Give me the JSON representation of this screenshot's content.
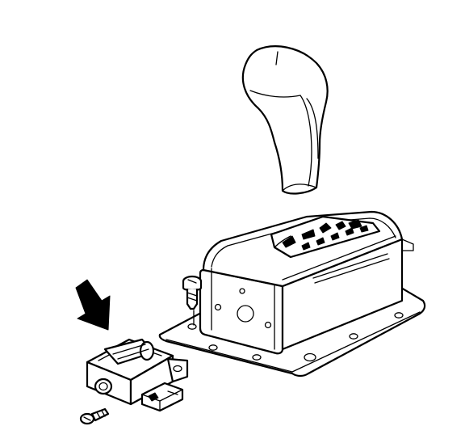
{
  "diagram": {
    "parts": [
      {
        "id": "selector-lever-knob",
        "icon": "shift-knob-icon"
      },
      {
        "id": "shifter-housing",
        "icon": "shifter-housing-icon"
      },
      {
        "id": "mounting-screw",
        "icon": "screw-icon"
      },
      {
        "id": "solenoid-unit",
        "icon": "solenoid-icon"
      },
      {
        "id": "solenoid-screw",
        "icon": "screw-icon"
      },
      {
        "id": "pointer-arrow",
        "icon": "arrow-icon"
      }
    ],
    "colors": {
      "line": "#000000",
      "background": "#ffffff"
    }
  }
}
